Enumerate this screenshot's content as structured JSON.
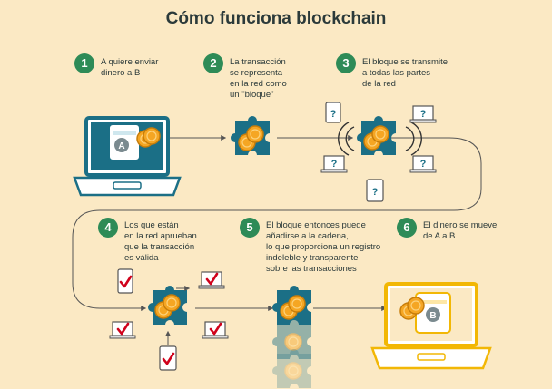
{
  "title": "Cómo funciona blockchain",
  "colors": {
    "background": "#fbe9c4",
    "step_green": "#2e8b57",
    "laptop_teal": "#1b6f86",
    "laptop_yellow": "#f2b705",
    "coin_orange": "#f5a623",
    "check_red": "#d0021b",
    "arrow": "#555555"
  },
  "steps": [
    {
      "number": "1",
      "text": "A quiere enviar\ndinero a B"
    },
    {
      "number": "2",
      "text": "La transacción\nse representa\nen la red como\nun \"bloque\""
    },
    {
      "number": "3",
      "text": "El bloque se transmite\na todas las partes\nde la red"
    },
    {
      "number": "4",
      "text": "Los que están\nen la red aprueban\nque la transacción\nes válida"
    },
    {
      "number": "5",
      "text": "El bloque entonces puede\nañadirse a la cadena,\nlo que proporciona un registro\nindeleble y transparente\nsobre las transacciones"
    },
    {
      "number": "6",
      "text": "El dinero se mueve\nde A a B"
    }
  ],
  "wallet_labels": {
    "sender": "A",
    "receiver": "B"
  },
  "node_unknown_symbol": "?",
  "icons": [
    "laptop-icon",
    "wallet-icon",
    "coin-icon",
    "puzzle-block-icon",
    "computer-node-icon",
    "phone-node-icon",
    "checkmark-icon",
    "signal-waves-icon",
    "arrow-icon"
  ]
}
